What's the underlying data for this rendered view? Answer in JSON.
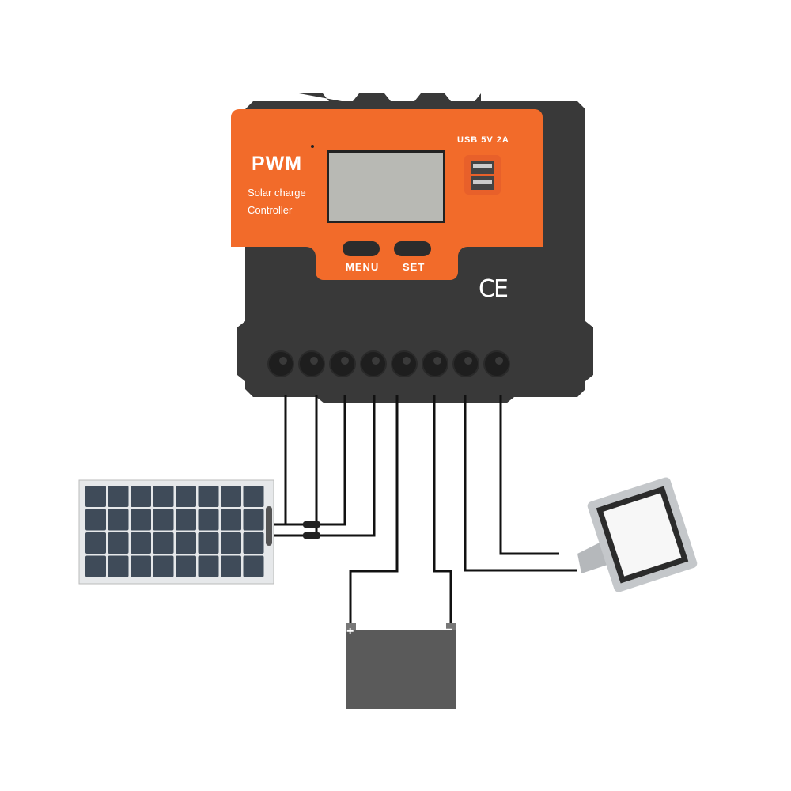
{
  "controller": {
    "type_label": "PWM",
    "subtitle_line1": "Solar charge",
    "subtitle_line2": "Controller",
    "usb_label": "USB 5V 2A",
    "menu_label": "MENU",
    "set_label": "SET",
    "cert_mark": "CE",
    "terminal_count": 8,
    "colors": {
      "body": "#3a3a3a",
      "panel": "#f26b2a",
      "lcd": "#b8b9b4"
    }
  },
  "battery": {
    "positive_label": "+",
    "negative_label": "−",
    "color": "#5a5a5a"
  },
  "solar_panel": {
    "cell_rows": 4,
    "cell_cols": 8,
    "cell_color": "#3f4b59"
  },
  "load": {
    "icon": "floodlight-icon"
  }
}
